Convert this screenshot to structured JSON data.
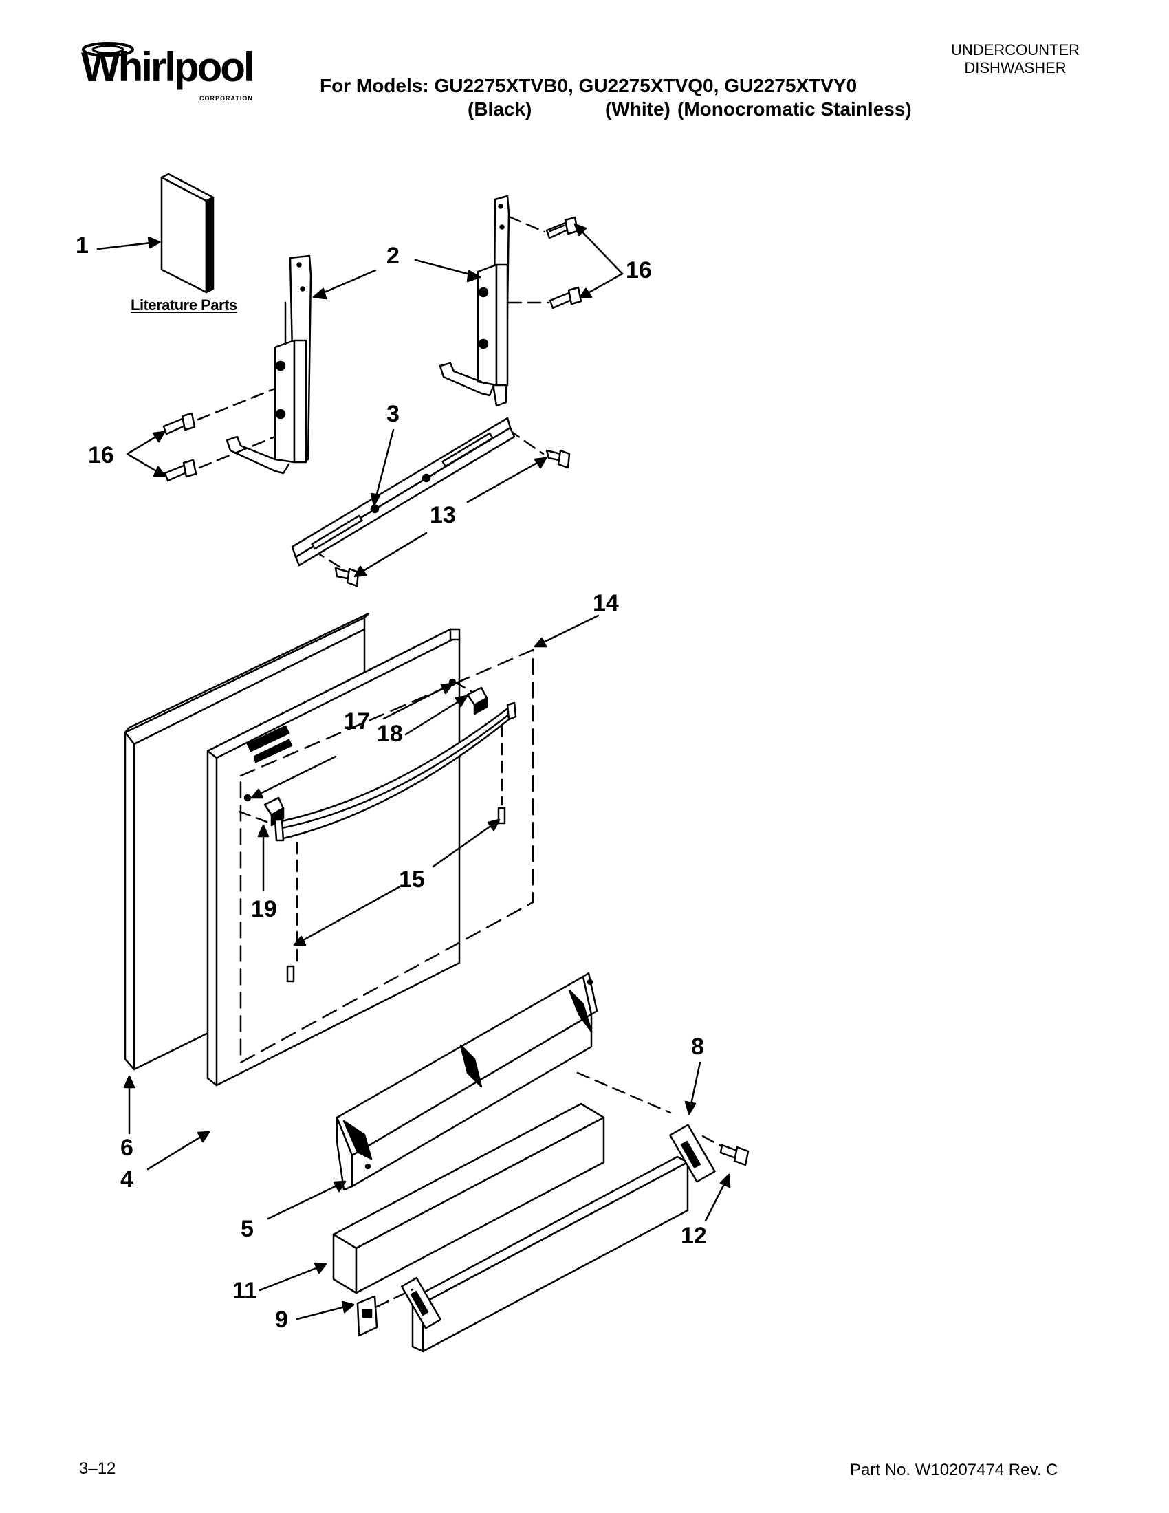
{
  "brand": {
    "name": "Whirlpool",
    "sub": "CORPORATION"
  },
  "header": {
    "models_line": "For Models: GU2275XTVB0, GU2275XTVQ0, GU2275XTVY0",
    "color_black": "(Black)",
    "color_white": "(White)",
    "color_stainless": "(Monocromatic Stainless)",
    "product_line1": "UNDERCOUNTER",
    "product_line2": "DISHWASHER"
  },
  "literature_label": "Literature Parts",
  "callouts": {
    "c1": "1",
    "c2": "2",
    "c3": "3",
    "c4": "4",
    "c5": "5",
    "c6": "6",
    "c8": "8",
    "c9": "9",
    "c11": "11",
    "c12": "12",
    "c13": "13",
    "c14": "14",
    "c15": "15",
    "c16a": "16",
    "c16b": "16",
    "c17": "17",
    "c18": "18",
    "c19": "19"
  },
  "footer": {
    "page": "3–12",
    "part_no": "Part No. W10207474 Rev. C"
  }
}
